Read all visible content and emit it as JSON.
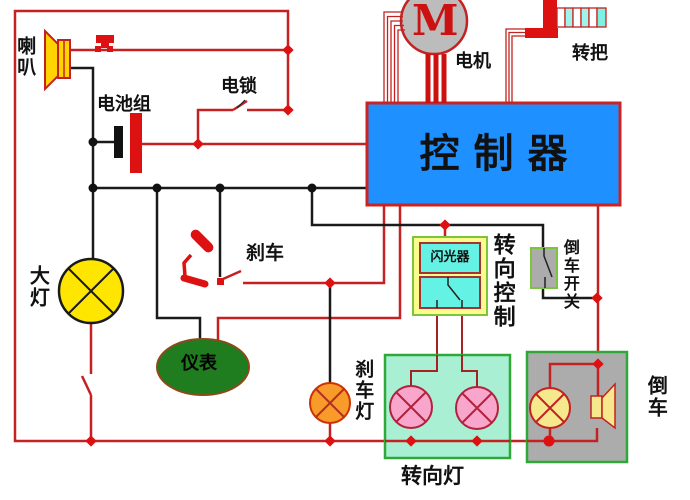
{
  "labels": {
    "horn": "喇叭",
    "battery_pack": "电池组",
    "key_lock": "电锁",
    "motor": "电机",
    "motor_symbol": "M",
    "throttle": "转把",
    "controller": "控制器",
    "brake": "刹车",
    "headlight": "大灯",
    "meter": "仪表",
    "flasher": "闪光器",
    "turn_control": "转向控制",
    "reverse_switch": "倒车开关",
    "brake_light": "刹车灯",
    "turn_lights": "转向灯",
    "reverse": "倒车"
  },
  "colors": {
    "wire_red": "#c42222",
    "wire_black": "#1a1a1a",
    "controller_fill": "#1E90FF",
    "controller_border": "#cc2222",
    "motor_gray": "#bcbcbc",
    "speaker_yellow": "#ffd400",
    "battery_red": "#dd1111",
    "lamp_yellow": "#ffe600",
    "lamp_orange": "#f89b2b",
    "lamp_pink": "#f9a6cc",
    "lamp_pale_yellow": "#f6e88d",
    "meter_green": "#1f7d1f",
    "flasher_outer_yellow": "#fbfb8e",
    "cyan_box": "#63f2e3",
    "turn_box_mint": "#a9efd3",
    "reverse_box_gray": "#acacac",
    "green_border": "#2fa838"
  }
}
